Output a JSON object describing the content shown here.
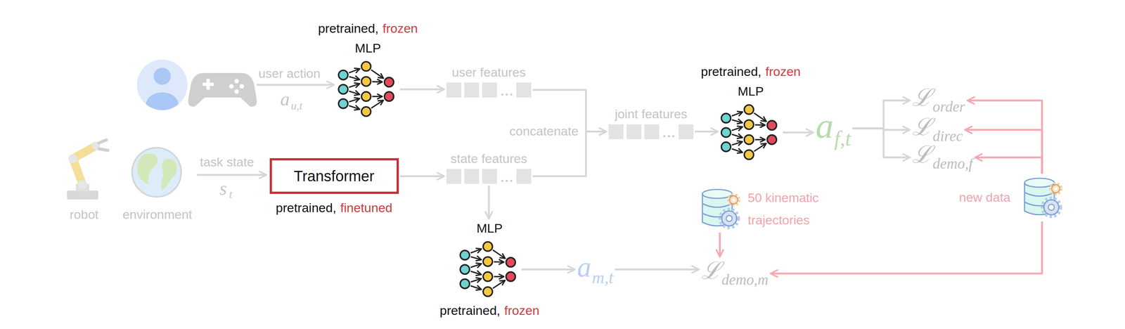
{
  "diagram": {
    "nodes": [
      {
        "text": [
          "pretrained,",
          "frozen",
          "MLP"
        ]
      },
      {
        "text": [
          "user features"
        ]
      },
      {
        "text": [
          "Transformer",
          "pretrained,",
          "finetuned"
        ]
      },
      {
        "text": [
          "state features"
        ]
      },
      {
        "text": [
          "joint features"
        ]
      },
      {
        "text": [
          "pretrained,",
          "frozen",
          "MLP"
        ]
      },
      {
        "text": [
          "a",
          "f,t"
        ]
      },
      {
        "text": [
          "ℒ",
          "order"
        ]
      },
      {
        "text": [
          "ℒ",
          "direc"
        ]
      },
      {
        "text": [
          "ℒ",
          "demo,f"
        ]
      },
      {
        "text": [
          "new data"
        ]
      },
      {
        "text": [
          "50 kinematic trajectories"
        ]
      },
      {
        "text": [
          "MLP",
          "pretrained,",
          "frozen"
        ]
      },
      {
        "text": [
          "a",
          "m,t"
        ]
      },
      {
        "text": [
          "ℒ",
          "demo,m"
        ]
      }
    ],
    "edges": [
      {
        "from": 0,
        "to": 1,
        "arrow": "to"
      },
      {
        "from": 2,
        "to": 3,
        "arrow": "to"
      },
      {
        "from": 1,
        "to": 4,
        "arrow": "to"
      },
      {
        "from": 3,
        "to": 4,
        "arrow": "to"
      },
      {
        "from": 4,
        "to": 5,
        "arrow": "to"
      },
      {
        "from": 5,
        "to": 6,
        "arrow": "to"
      },
      {
        "from": 6,
        "to": 7,
        "arrow": "to"
      },
      {
        "from": 6,
        "to": 8,
        "arrow": "to"
      },
      {
        "from": 6,
        "to": 9,
        "arrow": "to"
      },
      {
        "from": 10,
        "to": 7,
        "arrow": "to"
      },
      {
        "from": 10,
        "to": 8,
        "arrow": "to"
      },
      {
        "from": 10,
        "to": 9,
        "arrow": "to"
      },
      {
        "from": 10,
        "to": 14,
        "arrow": "to"
      },
      {
        "from": 11,
        "to": 14,
        "arrow": "to"
      },
      {
        "from": 3,
        "to": 12,
        "arrow": "to"
      },
      {
        "from": 12,
        "to": 13,
        "arrow": "to"
      },
      {
        "from": 13,
        "to": 14,
        "arrow": "to"
      }
    ],
    "labels": [
      "user action",
      "a",
      "u,t",
      "task state",
      "s",
      "t",
      "robot",
      "environment",
      "concatenate"
    ]
  }
}
